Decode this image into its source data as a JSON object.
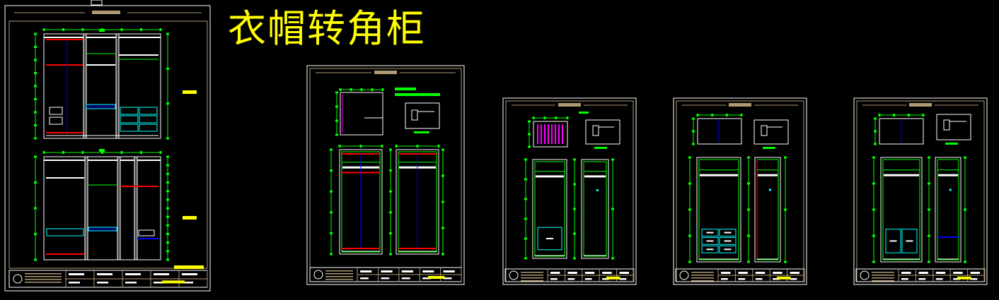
{
  "title": "衣帽转角柜",
  "colors": {
    "background": "#000000",
    "frame": "#b09a73",
    "line": "#ffffff",
    "dim": "#00ff00",
    "cut_red": "#ff0000",
    "axis_blue": "#0000ff",
    "drawer_cyan": "#00ffff",
    "accent_magenta": "#ff00ff",
    "title_yellow": "#ffff00"
  },
  "sheets": [
    {
      "id": "sheet-1",
      "kind": "overview"
    },
    {
      "id": "sheet-2",
      "kind": "cabinet"
    },
    {
      "id": "sheet-3",
      "kind": "cabinet"
    },
    {
      "id": "sheet-4",
      "kind": "cabinet"
    },
    {
      "id": "sheet-5",
      "kind": "cabinet"
    }
  ]
}
